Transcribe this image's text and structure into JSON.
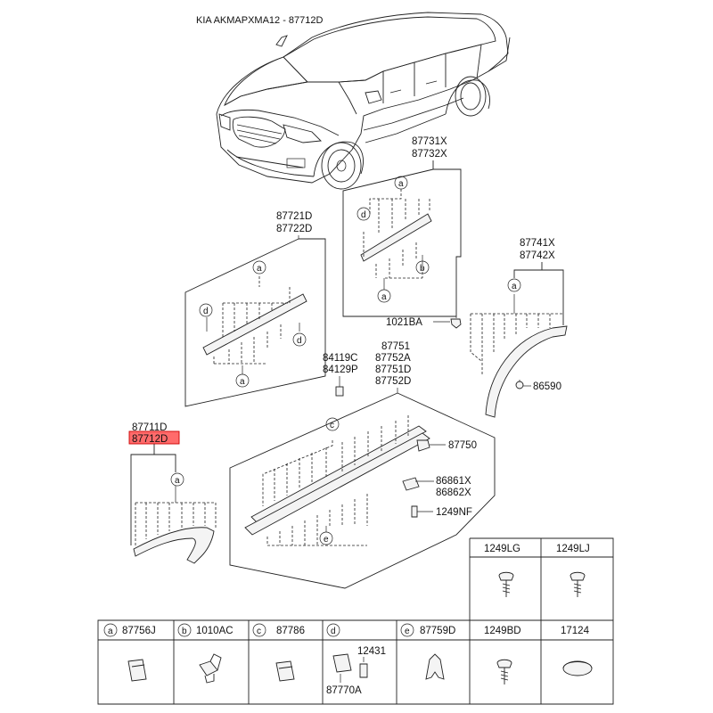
{
  "title": "KIA AKMAPXMA12 - 87712D",
  "groups": {
    "g1": [
      "87731X",
      "87732X"
    ],
    "g2": [
      "87721D",
      "87722D"
    ],
    "g3": [
      "87741X",
      "87742X"
    ],
    "g4": [
      "84119C",
      "84129P"
    ],
    "g5": [
      "87751",
      "87752A",
      "87751D",
      "87752D"
    ],
    "g6": [
      "87711D",
      "87712D"
    ]
  },
  "callouts": {
    "c1021": "1021BA",
    "c86590": "86590",
    "c87750": "87750",
    "c86861": "86861X",
    "c86862": "86862X",
    "c1249nf": "1249NF"
  },
  "circle_letters": {
    "a": "a",
    "b": "b",
    "c": "c",
    "d": "d",
    "e": "e"
  },
  "legend": {
    "row1": [
      "1249LG",
      "1249LJ"
    ],
    "row2": [
      {
        "letter": "a",
        "code": "87756J"
      },
      {
        "letter": "b",
        "code": "1010AC"
      },
      {
        "letter": "c",
        "code": "87786"
      },
      {
        "letter": "d",
        "code": "12431",
        "code2": "87770A"
      },
      {
        "letter": "e",
        "code": "87759D"
      },
      {
        "letter": "",
        "code": "1249BD"
      },
      {
        "letter": "",
        "code": "17124"
      }
    ]
  },
  "highlight_color": "#ff6b6b"
}
